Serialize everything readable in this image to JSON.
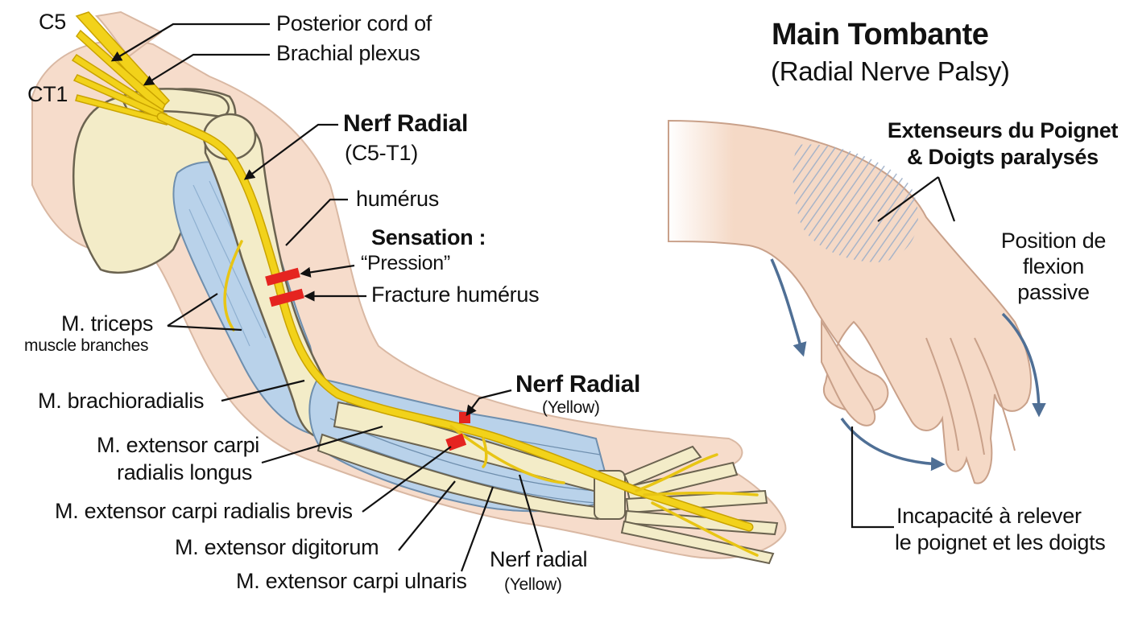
{
  "title": "Main Tombante",
  "subtitle": "(Radial Nerve Palsy)",
  "labels": {
    "c5": "C5",
    "ct1": "CT1",
    "posterior_cord_line1": "Posterior cord of",
    "posterior_cord_line2": "Brachial plexus",
    "nerf_radial_top": "Nerf Radial",
    "nerf_radial_roots": "(C5-T1)",
    "humerus": "humérus",
    "sensation": "Sensation :",
    "pression": "“Pression”",
    "fracture": "Fracture humérus",
    "triceps": "M. triceps",
    "triceps_branches": "muscle branches",
    "brachioradialis": "M. brachioradialis",
    "ecrl_line1": "M. extensor carpi",
    "ecrl_line2": "radialis longus",
    "ecrb": "M. extensor carpi radialis brevis",
    "ext_digitorum": "M. extensor digitorum",
    "ecu": "M. extensor carpi ulnaris",
    "nerf_radial_mid": "Nerf Radial",
    "yellow_mid": "(Yellow)",
    "nerf_radial_low": "Nerf radial",
    "yellow_low": "(Yellow)",
    "extenseurs_line1": "Extenseurs du Poignet",
    "extenseurs_line2": "& Doigts paralysés",
    "flexion_line1": "Position de",
    "flexion_line2": "flexion",
    "flexion_line3": "passive",
    "incapacite_line1": "Incapacité à relever",
    "incapacite_line2": "le poignet et les doigts"
  },
  "colors": {
    "nerve": "#f2d21a",
    "bone": "#f3ecc8",
    "muscle": "#b9d2ea",
    "skin": "#f5d9c6",
    "lesion": "#e52420",
    "arrow_blue": "#4f6f95",
    "paralysis_hatch": "#9fb0c8"
  }
}
